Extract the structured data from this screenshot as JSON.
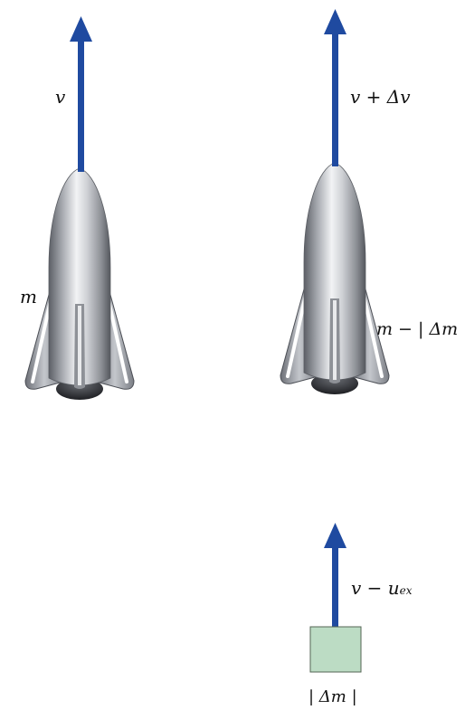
{
  "colors": {
    "arrow": "#1f4aa0",
    "mass_box_fill": "#bcdcc4",
    "mass_box_stroke": "#556655",
    "rocket_dark": "#5c5f66",
    "rocket_mid": "#b9bcc2",
    "rocket_light": "#f2f3f5"
  },
  "icons": [
    "rocket-icon",
    "velocity-arrow-icon",
    "ejected-mass-icon"
  ],
  "left_rocket": {
    "velocity_label": "v",
    "mass_label": "m"
  },
  "right_rocket": {
    "velocity_label": "v + Δv",
    "mass_label": "m − | Δm |"
  },
  "exhaust": {
    "velocity_label_main": "v − u",
    "velocity_label_sub": "ex",
    "mass_label": "| Δm |"
  }
}
